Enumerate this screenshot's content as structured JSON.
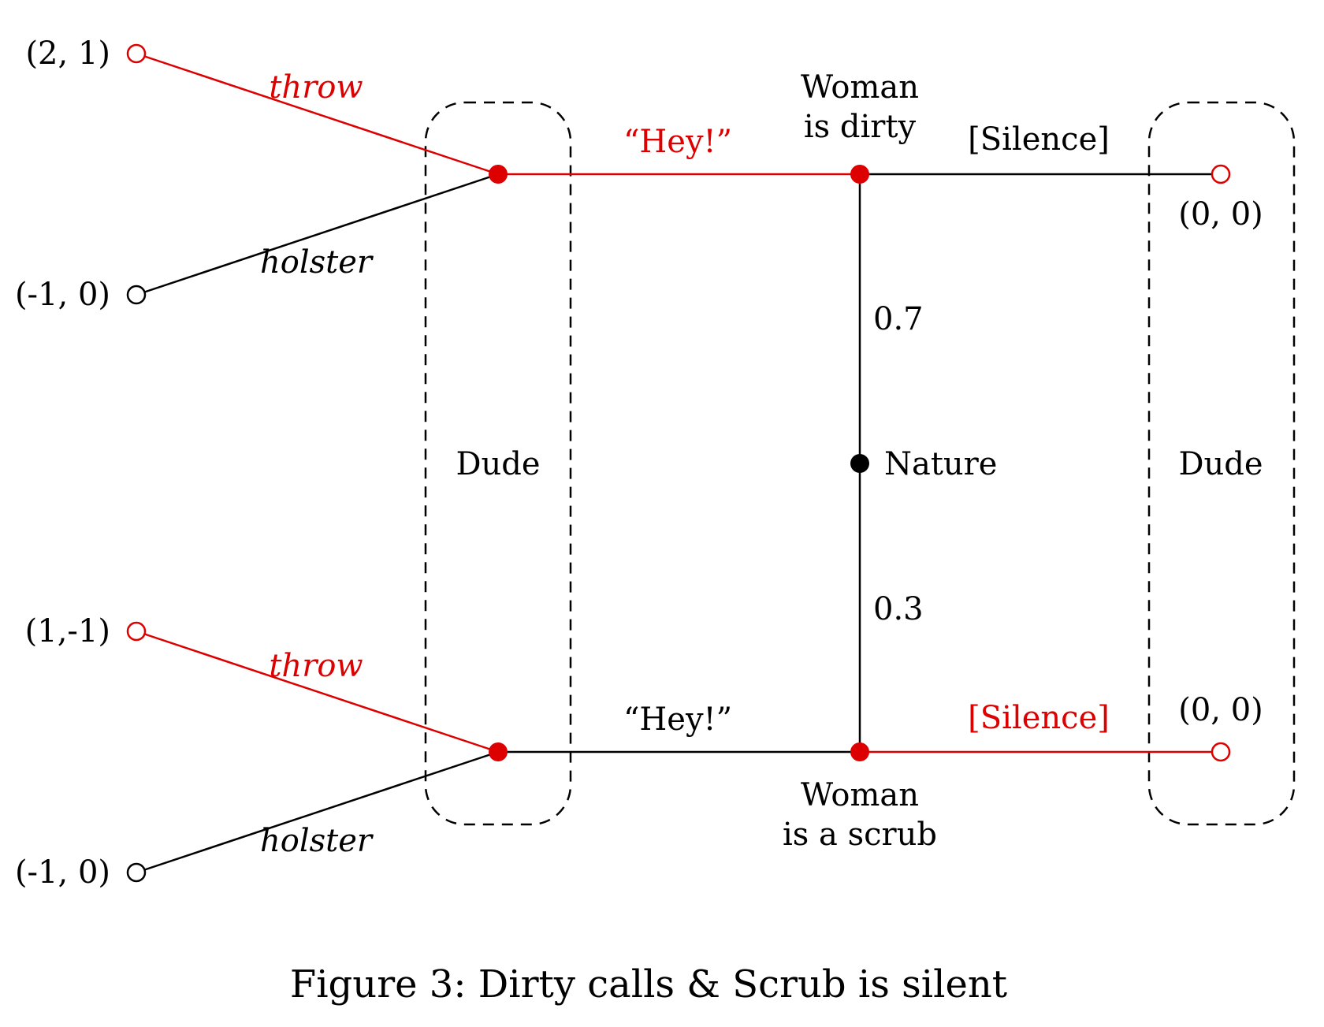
{
  "colors": {
    "equilibrium": "#dd0000",
    "default": "#000000",
    "background": "#ffffff"
  },
  "nodes": {
    "nature": "Nature",
    "woman_dirty_line1": "Woman",
    "woman_dirty_line2": "is dirty",
    "woman_scrub_line1": "Woman",
    "woman_scrub_line2": "is a scrub"
  },
  "info_sets": {
    "left": "Dude",
    "right": "Dude"
  },
  "probabilities": {
    "dirty": "0.7",
    "scrub": "0.3"
  },
  "messages": {
    "dirty_hey": "“Hey!”",
    "dirty_silence": "[Silence]",
    "scrub_hey": "“Hey!”",
    "scrub_silence": "[Silence]"
  },
  "actions": {
    "top_throw": "throw",
    "top_holster": "holster",
    "bottom_throw": "throw",
    "bottom_holster": "holster"
  },
  "payoffs": {
    "top_throw": "(2, 1)",
    "top_holster": "(-1, 0)",
    "bottom_throw": "(1,-1)",
    "bottom_holster": "(-1, 0)",
    "dirty_silence": "(0, 0)",
    "scrub_silence": "(0, 0)"
  },
  "caption": "Figure 3: Dirty calls & Scrub is silent"
}
